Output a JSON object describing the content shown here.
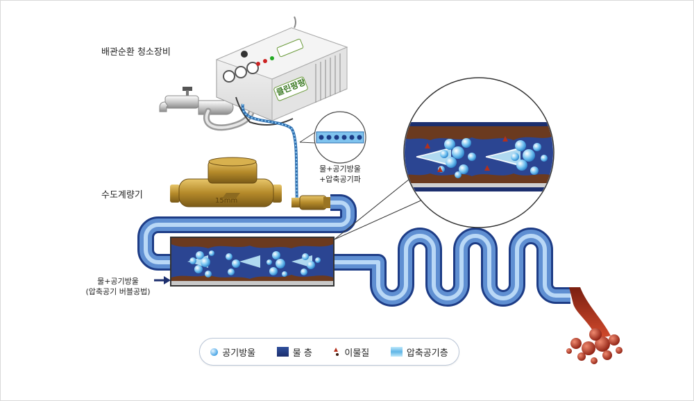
{
  "labels": {
    "machine": "배관순환 청소장비",
    "meter": "수도계량기",
    "inlet_line1": "물+공기방울",
    "inlet_line2": "(압축공기 버블공법)",
    "bubble_tube_line1": "물+공기방울",
    "bubble_tube_line2": "+압축공기파"
  },
  "machine": {
    "brand": "클린팡팡"
  },
  "meter": {
    "size_text": "15mm"
  },
  "legend": [
    {
      "name": "legend-air-bubble",
      "swatch": "bubble",
      "label": "공기방울"
    },
    {
      "name": "legend-water-layer",
      "swatch": "water",
      "label": "물 층"
    },
    {
      "name": "legend-debris",
      "swatch": "debris",
      "label": "이물질"
    },
    {
      "name": "legend-compressed-air-layer",
      "swatch": "air",
      "label": "압축공기층"
    }
  ],
  "colors": {
    "pipe_blue": "#3a62b3",
    "pipe_light": "#9ec6ef",
    "water": "#2b4592",
    "rust": "#6b3a1f",
    "air": "#8fd3f4",
    "outflow": "#b0321c"
  }
}
